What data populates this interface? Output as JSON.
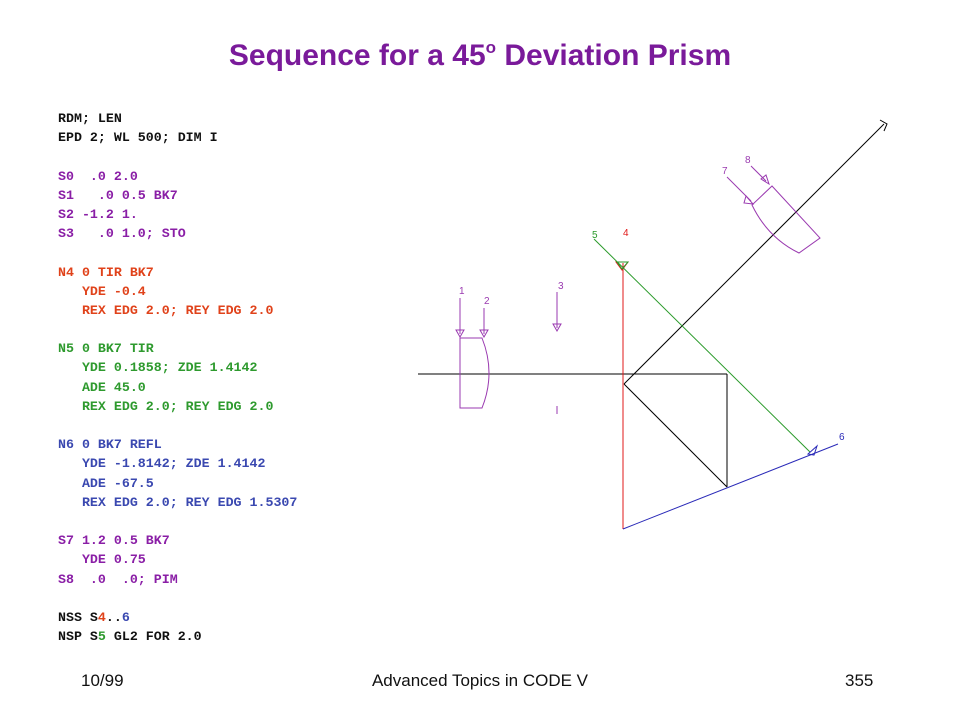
{
  "title": {
    "main": "Sequence for a 45",
    "sup": "o",
    "rest": " Deviation Prism"
  },
  "code": [
    [
      {
        "t": "RDM; LEN",
        "c": "black"
      }
    ],
    [
      {
        "t": "EPD 2; WL 500; DIM I",
        "c": "black"
      }
    ],
    [],
    [
      {
        "t": "S0  .0 2.0",
        "c": "purple"
      }
    ],
    [
      {
        "t": "S1   .0 0.5 BK7",
        "c": "purple"
      }
    ],
    [
      {
        "t": "S2 -1.2 1.",
        "c": "purple"
      }
    ],
    [
      {
        "t": "S3   .0 1.0; STO",
        "c": "purple"
      }
    ],
    [],
    [
      {
        "t": "N4 0 TIR BK7",
        "c": "orange"
      }
    ],
    [
      {
        "t": "   YDE -0.4",
        "c": "orange"
      }
    ],
    [
      {
        "t": "   REX EDG 2.0; REY EDG 2.0",
        "c": "orange"
      }
    ],
    [],
    [
      {
        "t": "N5 0 BK7 TIR",
        "c": "green"
      }
    ],
    [
      {
        "t": "   YDE 0.1858; ZDE 1.4142",
        "c": "green"
      }
    ],
    [
      {
        "t": "   ADE 45.0",
        "c": "green"
      }
    ],
    [
      {
        "t": "   REX EDG 2.0; REY EDG 2.0",
        "c": "green"
      }
    ],
    [],
    [
      {
        "t": "N6 0 BK7 REFL",
        "c": "blue"
      }
    ],
    [
      {
        "t": "   YDE -1.8142; ZDE 1.4142",
        "c": "blue"
      }
    ],
    [
      {
        "t": "   ADE -67.5",
        "c": "blue"
      }
    ],
    [
      {
        "t": "   REX EDG 2.0; REY EDG 1.5307",
        "c": "blue"
      }
    ],
    [],
    [
      {
        "t": "S7 1.2 0.5 BK7",
        "c": "purple"
      }
    ],
    [
      {
        "t": "   YDE 0.75",
        "c": "purple"
      }
    ],
    [
      {
        "t": "S8  .0  .0; PIM",
        "c": "purple"
      }
    ],
    [],
    [
      {
        "t": "NSS S",
        "c": "black"
      },
      {
        "t": "4",
        "c": "orange"
      },
      {
        "t": "..",
        "c": "black"
      },
      {
        "t": "6",
        "c": "blue"
      }
    ],
    [
      {
        "t": "NSP S",
        "c": "black"
      },
      {
        "t": "5",
        "c": "green"
      },
      {
        "t": " GL2 FOR 2.0",
        "c": "black"
      }
    ]
  ],
  "diagram": {
    "surface_labels": [
      "1",
      "2",
      "3",
      "4",
      "5",
      "6",
      "7",
      "8"
    ],
    "colors": {
      "prism_red": "#e01818",
      "prism_green": "#2a9a2a",
      "prism_blue": "#2a2ab8",
      "lens_purple": "#9a3ab0",
      "ray": "#000000"
    }
  },
  "footer": {
    "left": "10/99",
    "center": "Advanced Topics in CODE V",
    "right": "355"
  }
}
